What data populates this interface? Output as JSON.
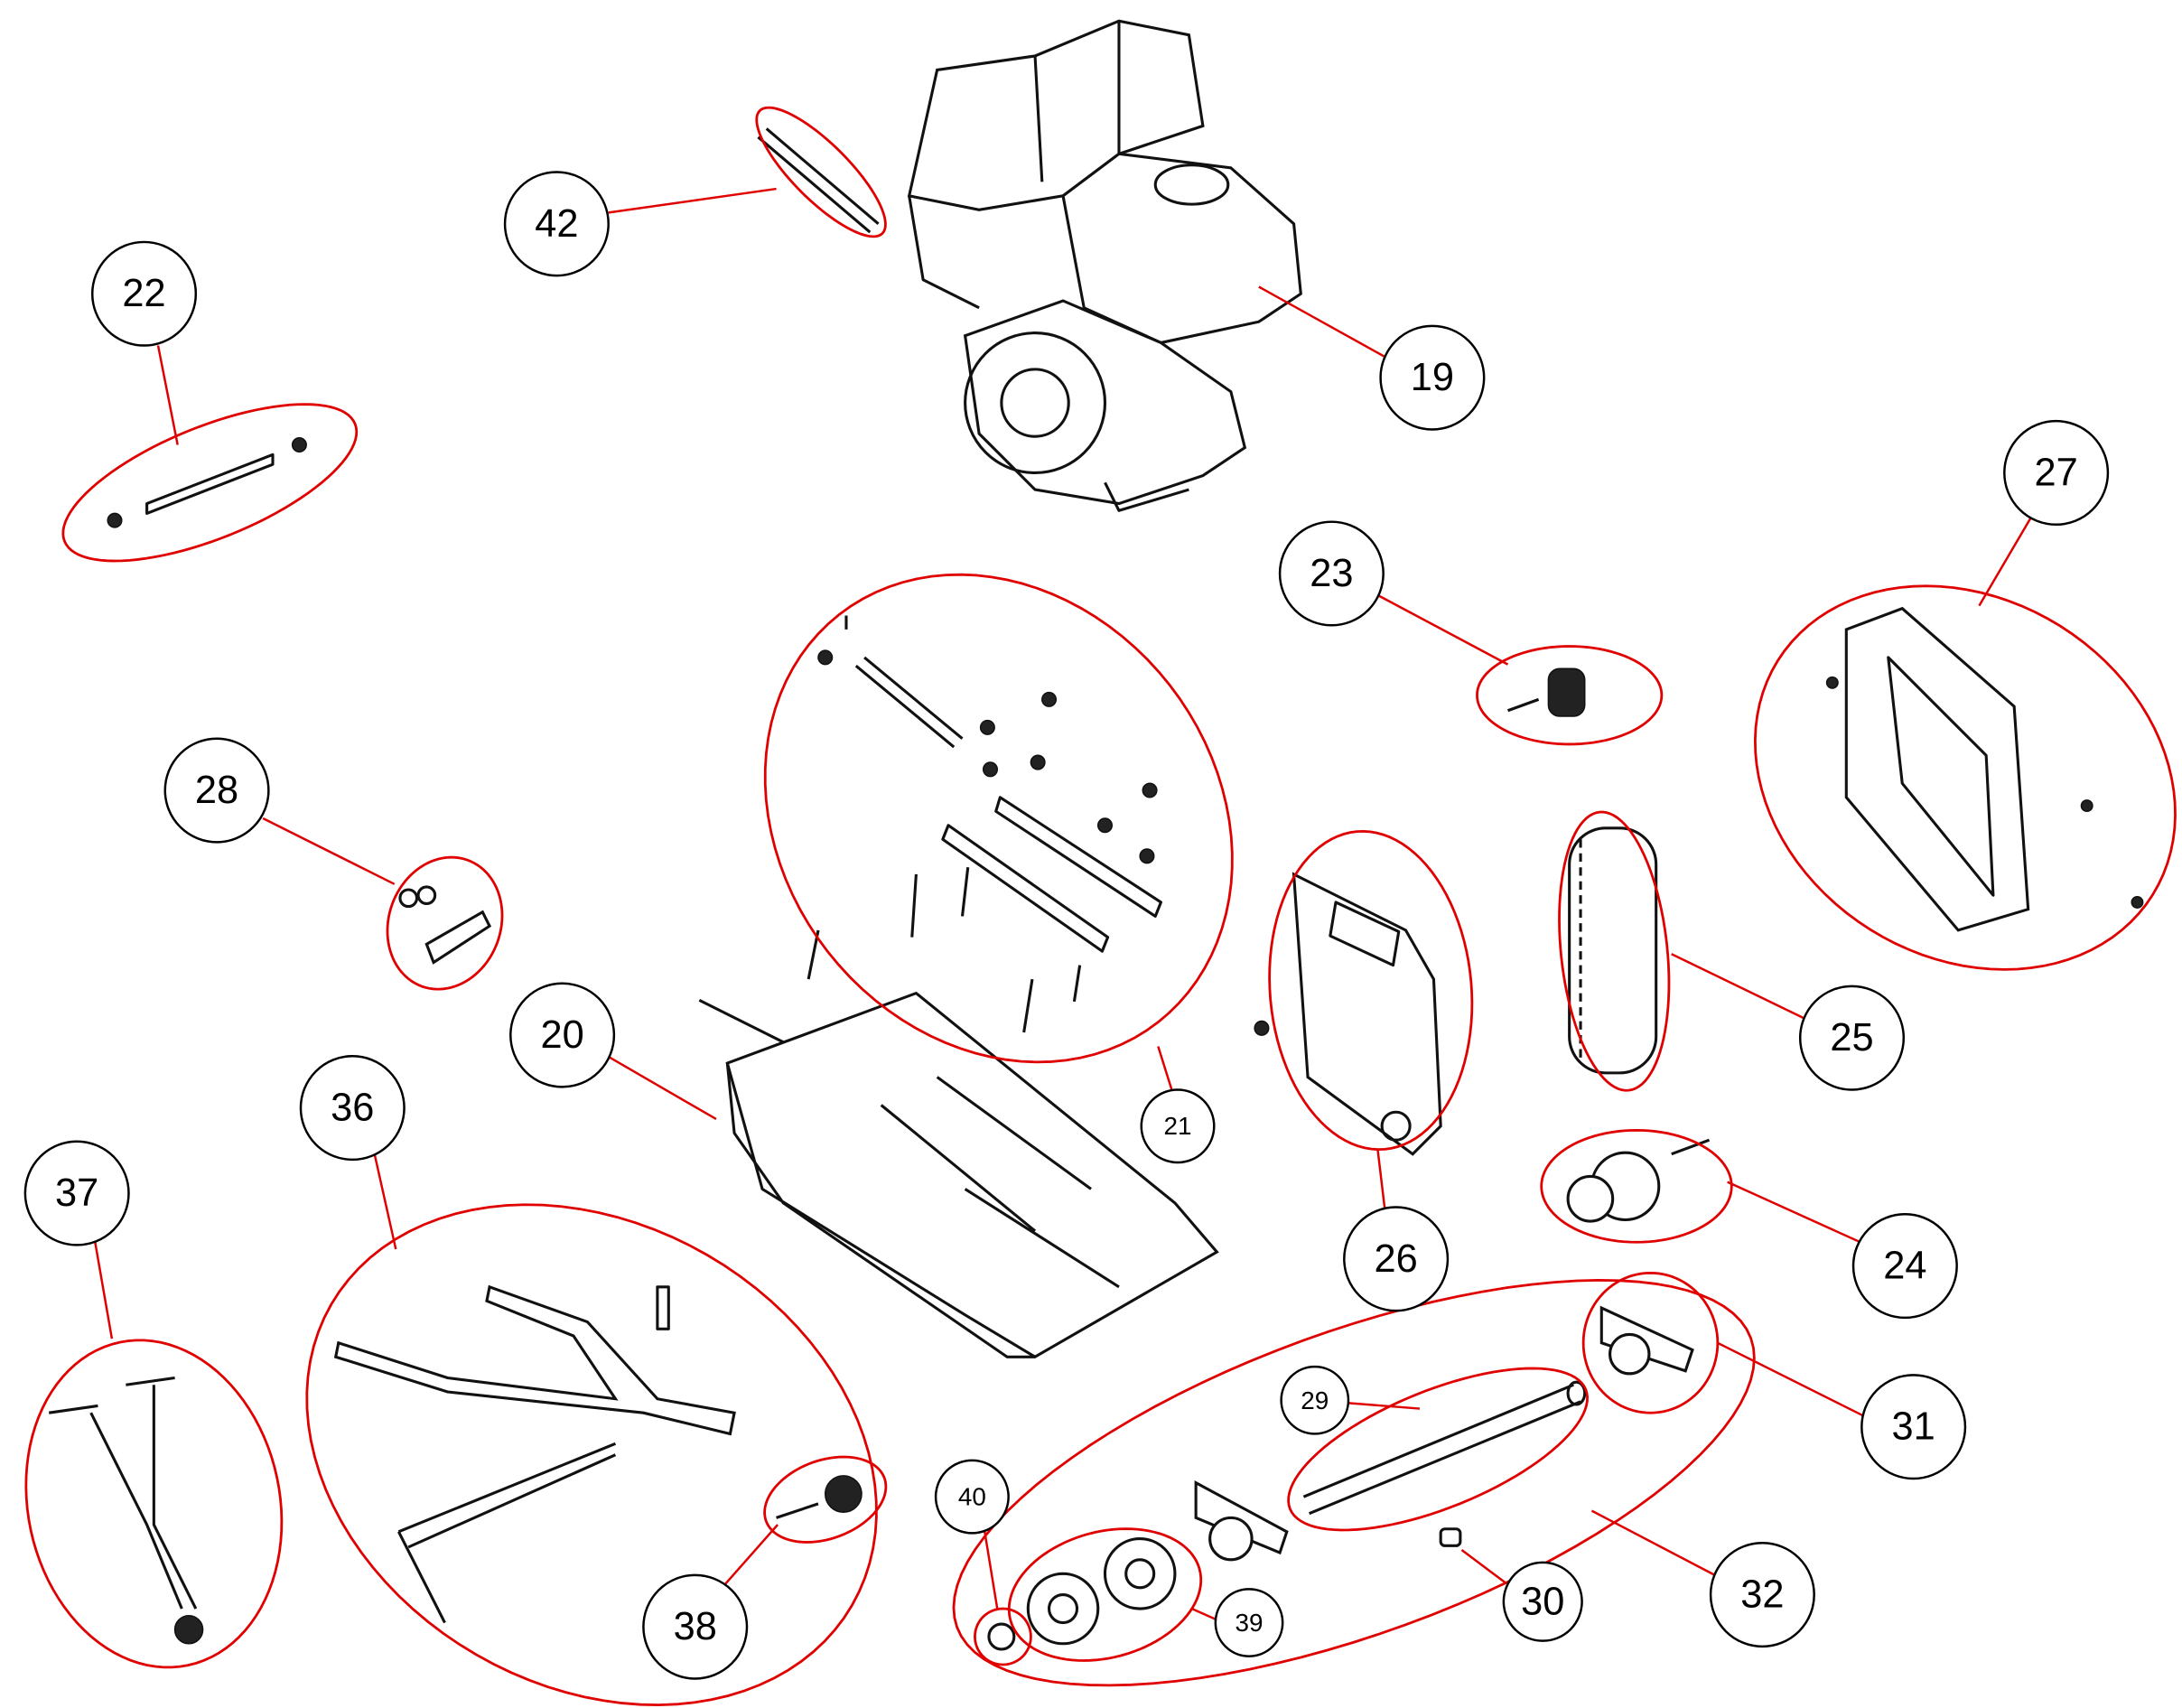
{
  "diagram": {
    "type": "exploded-parts-diagram",
    "accent_color": "#e00000",
    "callouts": [
      {
        "label": "42"
      },
      {
        "label": "22"
      },
      {
        "label": "19"
      },
      {
        "label": "27"
      },
      {
        "label": "23"
      },
      {
        "label": "28"
      },
      {
        "label": "20"
      },
      {
        "label": "36"
      },
      {
        "label": "21"
      },
      {
        "label": "25"
      },
      {
        "label": "37"
      },
      {
        "label": "26"
      },
      {
        "label": "24"
      },
      {
        "label": "29"
      },
      {
        "label": "31"
      },
      {
        "label": "40"
      },
      {
        "label": "38"
      },
      {
        "label": "39"
      },
      {
        "label": "30"
      },
      {
        "label": "32"
      }
    ]
  }
}
